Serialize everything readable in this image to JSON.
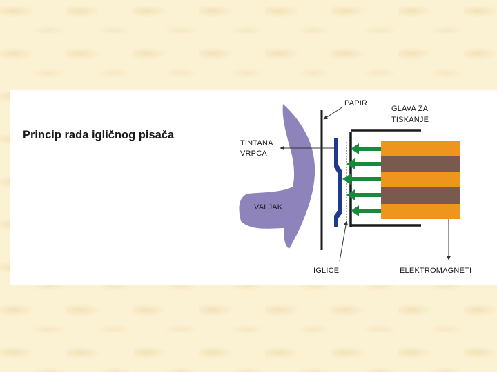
{
  "diagram": {
    "title": "Princip rada igličnog pisača",
    "labels": {
      "papir": "PAPIR",
      "glava_line1": "GLAVA ZA",
      "glava_line2": "TISKANJE",
      "tintana": "TINTANA",
      "vrpca": "VRPCA",
      "valjak": "VALJAK",
      "iglice": "IGLICE",
      "elektromagneti": "ELEKTROMAGNETI"
    },
    "colors": {
      "background": "#fbf1d3",
      "panel": "#ffffff",
      "roller": "#8e83bb",
      "ribbon": "#1e3a8c",
      "pins": "#148c3c",
      "magnet_orange": "#ee951e",
      "magnet_brown": "#7a5a4e",
      "paper_line": "#1a1a1a"
    }
  }
}
